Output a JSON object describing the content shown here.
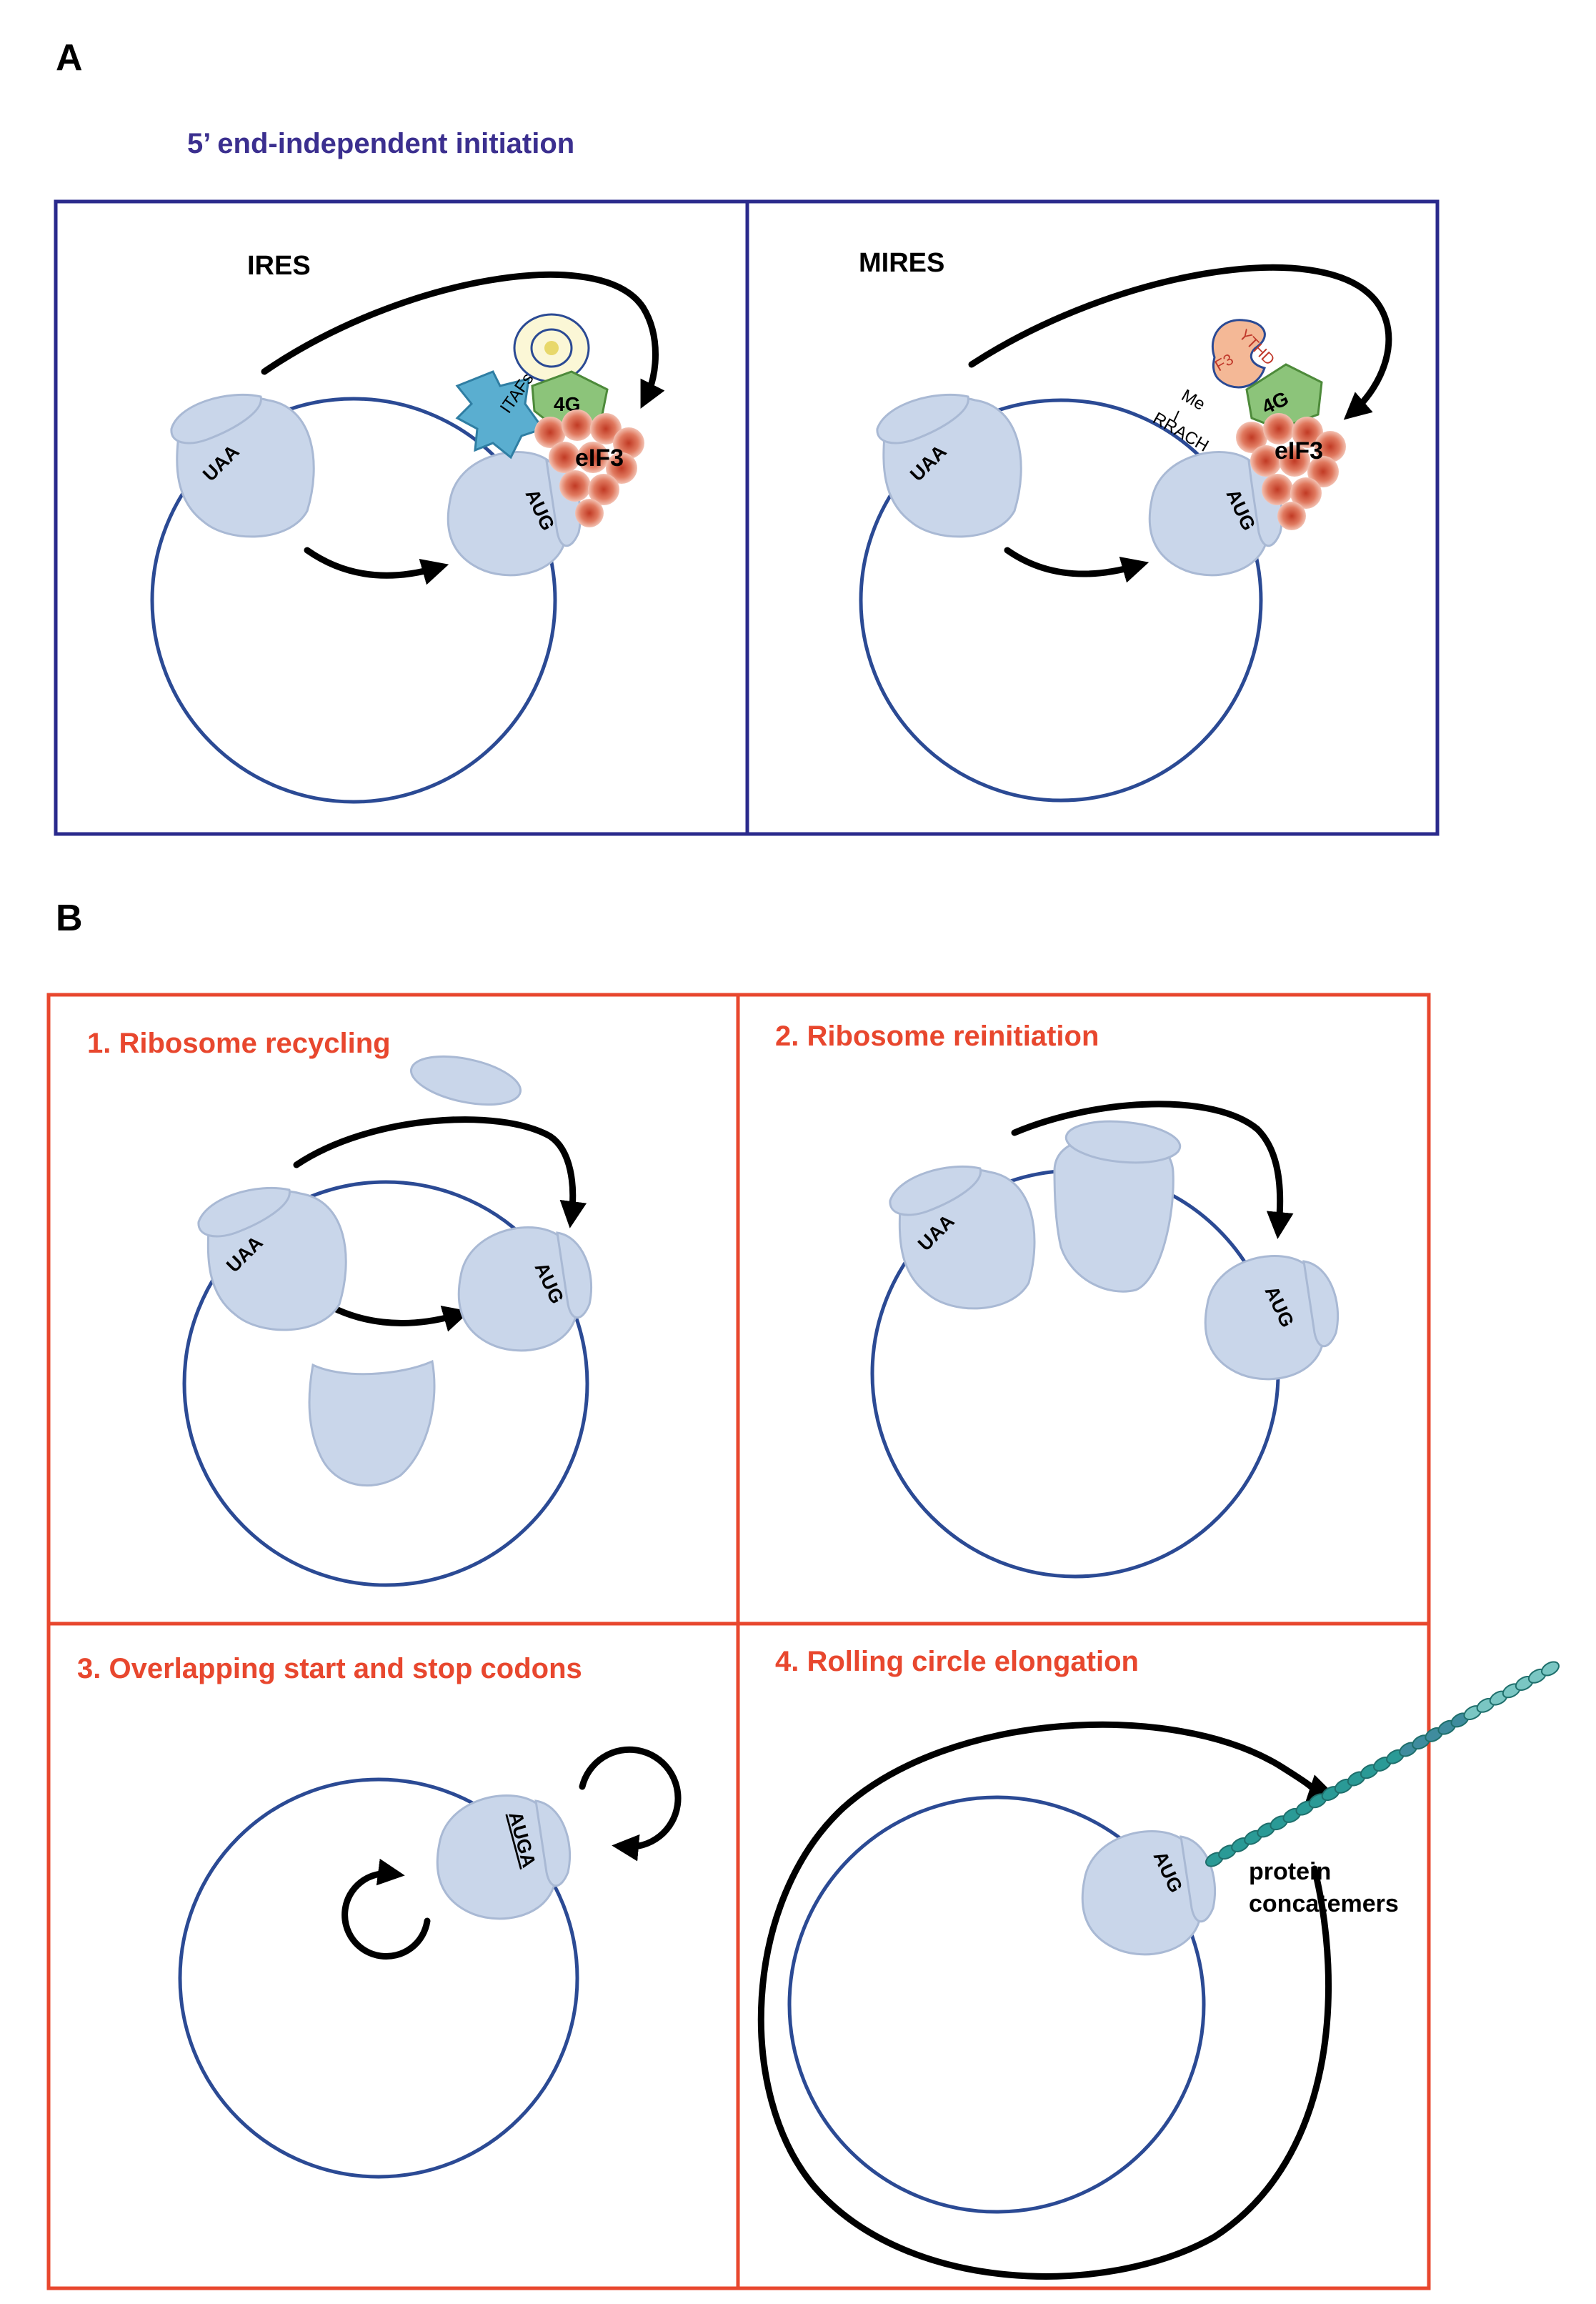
{
  "panel_a": {
    "letter": "A",
    "heading": "5’ end-independent initiation",
    "ires": {
      "title": "IRES",
      "stop_codon": "UAA",
      "start_codon": "AUG",
      "itaf_label": "ITAFs",
      "eif4g_label": "4G",
      "eif3_label": "eIF3"
    },
    "mires": {
      "title": "MIRES",
      "stop_codon": "UAA",
      "start_codon": "AUG",
      "reader_label_top": "YTHD",
      "reader_label_bottom": "F3",
      "methyl_label": "Me",
      "motif_label": "RRACH",
      "eif4g_label": "4G",
      "eif3_label": "eIF3"
    }
  },
  "panel_b": {
    "letter": "B",
    "recycling": {
      "title": "1. Ribosome recycling",
      "stop_codon": "UAA",
      "start_codon": "AUG"
    },
    "reinitiation": {
      "title": "2. Ribosome reinitiation",
      "stop_codon": "UAA",
      "start_codon": "AUG"
    },
    "overlapping": {
      "title": "3. Overlapping  start and stop codons",
      "codon_seq": "AUGA"
    },
    "rolling": {
      "title": "4.  Rolling circle elongation",
      "start_codon": "AUG",
      "product_label_1": "protein",
      "product_label_2": "concatemers"
    }
  },
  "colors": {
    "panel_a_border": "#2a2a8c",
    "panel_a_heading": "#3b2f8f",
    "panel_b_border": "#e8472e",
    "panel_b_titles": "#e8472e",
    "mrna_circle": "#2b4a94",
    "ribosome": "#c9d6ea",
    "itaf": "#5aaed0",
    "eif4g": "#8cc47a",
    "eif3": "#d9715b",
    "ythdf3": "#f4b896",
    "protein_chain": "#2a9a96"
  }
}
